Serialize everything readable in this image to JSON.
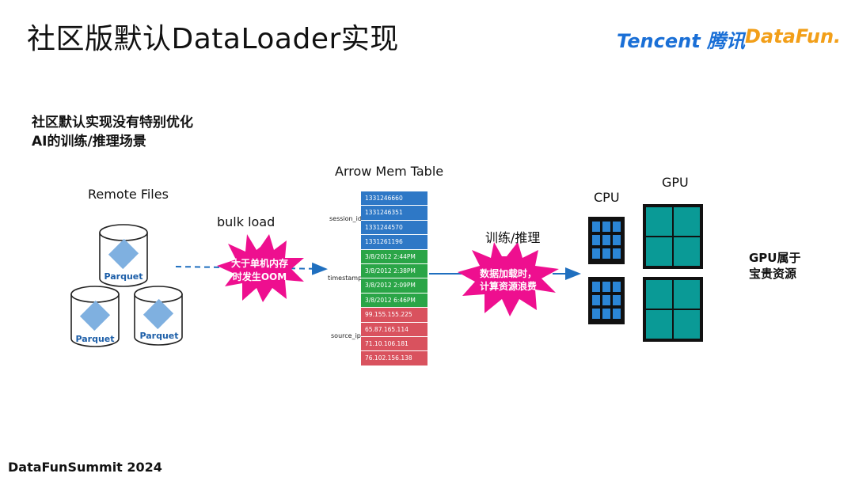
{
  "title": "社区版默认DataLoader实现",
  "logos": {
    "tencent": "Tencent 腾讯",
    "datafun": "DataFun."
  },
  "subtitle": [
    "社区默认实现没有特别优化",
    "AI的训练/推理场景"
  ],
  "remote_files": {
    "label": "Remote Files",
    "cylinder_label": "Parquet"
  },
  "bulk_load": {
    "label": "bulk load",
    "burst_text": [
      "大于单机内存",
      "时发生OOM"
    ]
  },
  "arrow_table": {
    "title": "Arrow Mem Table",
    "sections": [
      {
        "name": "session_id",
        "color": "#2e78c6",
        "values": [
          "1331246660",
          "1331246351",
          "1331244570",
          "1331261196"
        ]
      },
      {
        "name": "timestamp",
        "color": "#2aa547",
        "values": [
          "3/8/2012 2:44PM",
          "3/8/2012 2:38PM",
          "3/8/2012 2:09PM",
          "3/8/2012 6:46PM"
        ]
      },
      {
        "name": "source_ip",
        "color": "#d9525e",
        "values": [
          "99.155.155.225",
          "65.87.165.114",
          "71.10.106.181",
          "76.102.156.138"
        ]
      }
    ]
  },
  "train_infer": {
    "label": "训练/推理",
    "burst_text": [
      "数据加载时，",
      "计算资源浪费"
    ]
  },
  "cpu": {
    "label": "CPU"
  },
  "gpu": {
    "label": "GPU"
  },
  "note": [
    "GPU属于",
    "宝贵资源"
  ],
  "colors": {
    "accent_blue": "#1f6fbf",
    "burst_pink": "#ee0f8f",
    "gpu_teal": "#0a9a96"
  },
  "footer": "DataFunSummit 2024"
}
